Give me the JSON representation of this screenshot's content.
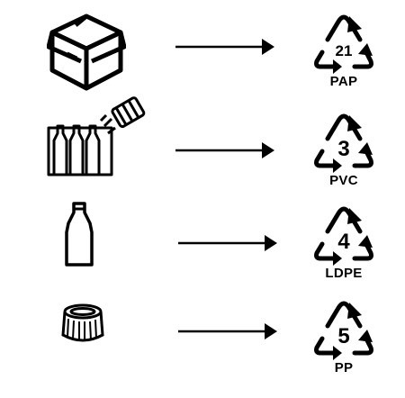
{
  "rows": [
    {
      "item": "cardboard-box",
      "code": "21",
      "abbr": "PAP"
    },
    {
      "item": "blister-pack-of-vials",
      "code": "3",
      "abbr": "PVC"
    },
    {
      "item": "milk-bottle",
      "code": "4",
      "abbr": "LDPE"
    },
    {
      "item": "bottle-cap",
      "code": "5",
      "abbr": "PP"
    }
  ],
  "colors": {
    "ink": "#000000",
    "background": "#ffffff"
  }
}
